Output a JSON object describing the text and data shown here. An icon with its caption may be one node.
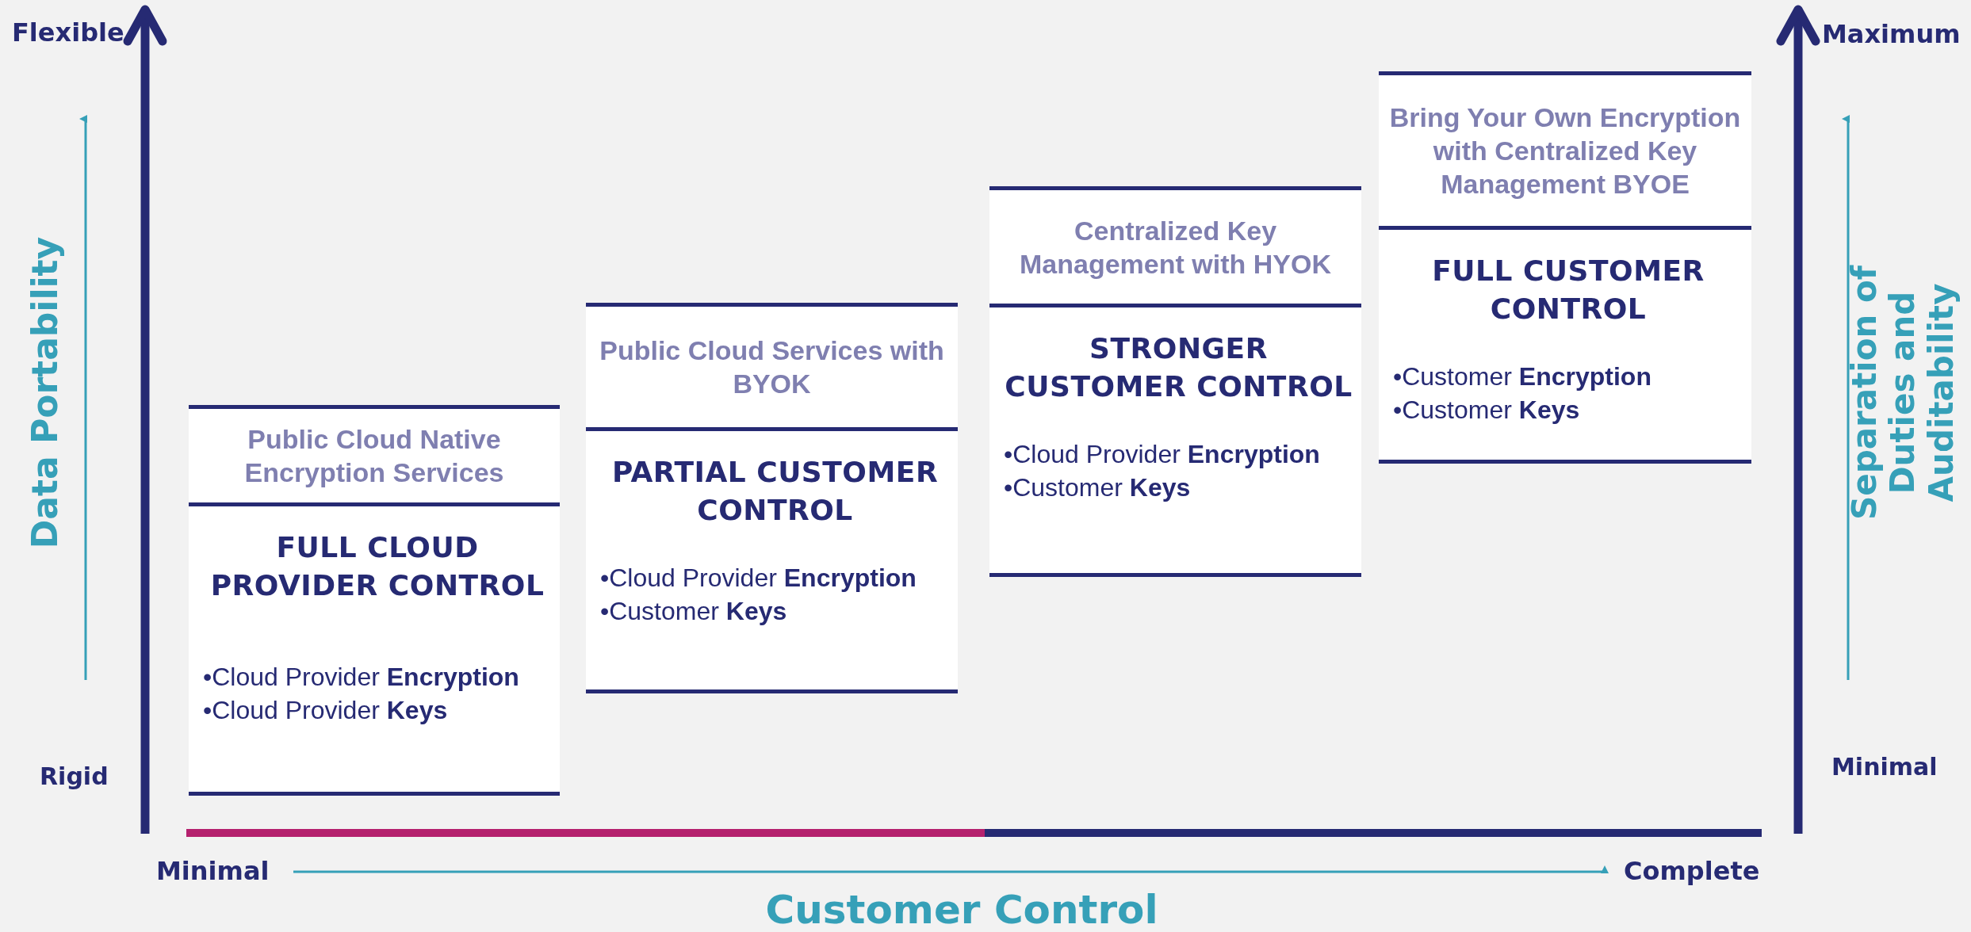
{
  "diagram": {
    "nodes": [
      {
        "text": [
          "Public Cloud Native Encryption Services"
        ]
      },
      {
        "text": [
          "FULL CLOUD PROVIDER CONTROL",
          "•Cloud Provider **Encryption**",
          "•Cloud Provider **Keys**"
        ]
      },
      {
        "text": [
          "Public Cloud Services with BYOK"
        ]
      },
      {
        "text": [
          "PARTIAL CUSTOMER CONTROL",
          "•Cloud Provider **Encryption**",
          "•Customer **Keys**"
        ]
      },
      {
        "text": [
          "Centralized Key Management with HYOK"
        ]
      },
      {
        "text": [
          "STRONGER CUSTOMER CONTROL",
          "•Cloud Provider **Encryption**",
          "•Customer **Keys**"
        ]
      },
      {
        "text": [
          "Bring Your Own Encryption with Centralized Key Management BYOE"
        ]
      },
      {
        "text": [
          "FULL CUSTOMER CONTROL",
          "•Customer **Encryption**",
          "•Customer **Keys**"
        ]
      }
    ],
    "edges": [],
    "labels": [
      "Flexible",
      "Maximum",
      "Data Portability",
      "Separation of Duties and Auditability",
      "Rigid",
      "Minimal",
      "Minimal",
      "Complete",
      "Customer Control"
    ]
  }
}
